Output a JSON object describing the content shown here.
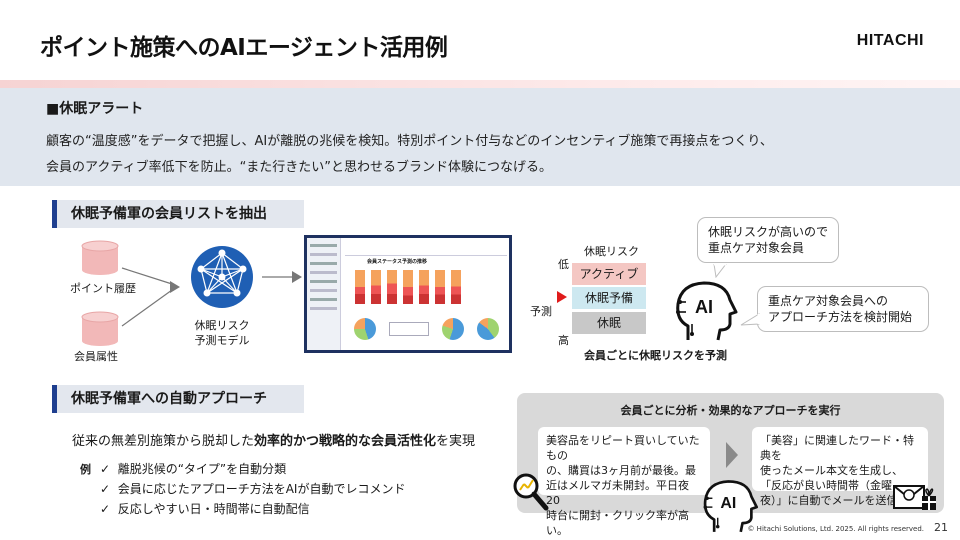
{
  "header": {
    "title": "ポイント施策へのAIエージェント活用例",
    "brand": "HITACHI"
  },
  "alert": {
    "title": "■休眠アラート",
    "line1": "顧客の“温度感”をデータで把握し、AIが離脱の兆候を検知。特別ポイント付与などのインセンティブ施策で再接点をつくり、",
    "line2": "会員のアクティブ率低下を防止。“また行きたい”と思わせるブランド体験につなげる。"
  },
  "section1": {
    "heading": "休眠予備軍の会員リストを抽出",
    "source1": "ポイント履歴",
    "source2": "会員属性",
    "model_line1": "休眠リスク",
    "model_line2": "予測モデル",
    "dashboard_title": "会員ステータス予測の推移",
    "risk_header": "休眠リスク",
    "risk_low": "低",
    "risk_high": "高",
    "risk_levels": [
      "アクティブ",
      "休眠予備",
      "休眠"
    ],
    "predict_label": "予測",
    "risk_caption": "会員ごとに休眠リスクを予測",
    "bubble_top": [
      "休眠リスクが高いので",
      "重点ケア対象会員"
    ],
    "bubble_mid": [
      "重点ケア対象会員への",
      "アプローチ方法を検討開始"
    ],
    "ai_label": "AI"
  },
  "section2": {
    "heading": "休眠予備軍への自動アプローチ",
    "lead_plain": "従来の無差別施策から脱却した",
    "lead_bold": "効率的かつ戦略的な会員活性化",
    "lead_tail": "を実現",
    "example_label": "例",
    "checks": [
      "離脱兆候の“タイプ”を自動分類",
      "会員に応じたアプローチ方法をAIが自動でレコメンド",
      "反応しやすい日・時間帯に自動配信"
    ],
    "check_mark": "✓",
    "box_title": "会員ごとに分析・効果的なアプローチを実行",
    "card_left": [
      "美容品をリピート買いしていたもの",
      "の、購買は3ヶ月前が最後。最",
      "近はメルマガ未開封。平日夜20",
      "時台に開封・クリック率が高い。"
    ],
    "card_right": [
      "「美容」に関連したワード・特典を",
      "使ったメール本文を生成し、",
      "「反応が良い時間帯（金曜",
      "夜）」に自動でメールを送信"
    ],
    "ai_label": "AI"
  },
  "footer": {
    "copyright": "© Hitachi Solutions, Ltd. 2025. All rights reserved.",
    "page": "21"
  },
  "colors": {
    "accent_blue": "#1f3f8f",
    "risk_active": "#f4c7c3",
    "risk_reserve": "#cde8f0",
    "risk_dormant": "#c8c8c8",
    "predict_arrow": "#e01b1b",
    "band": "#e0e6ee"
  }
}
